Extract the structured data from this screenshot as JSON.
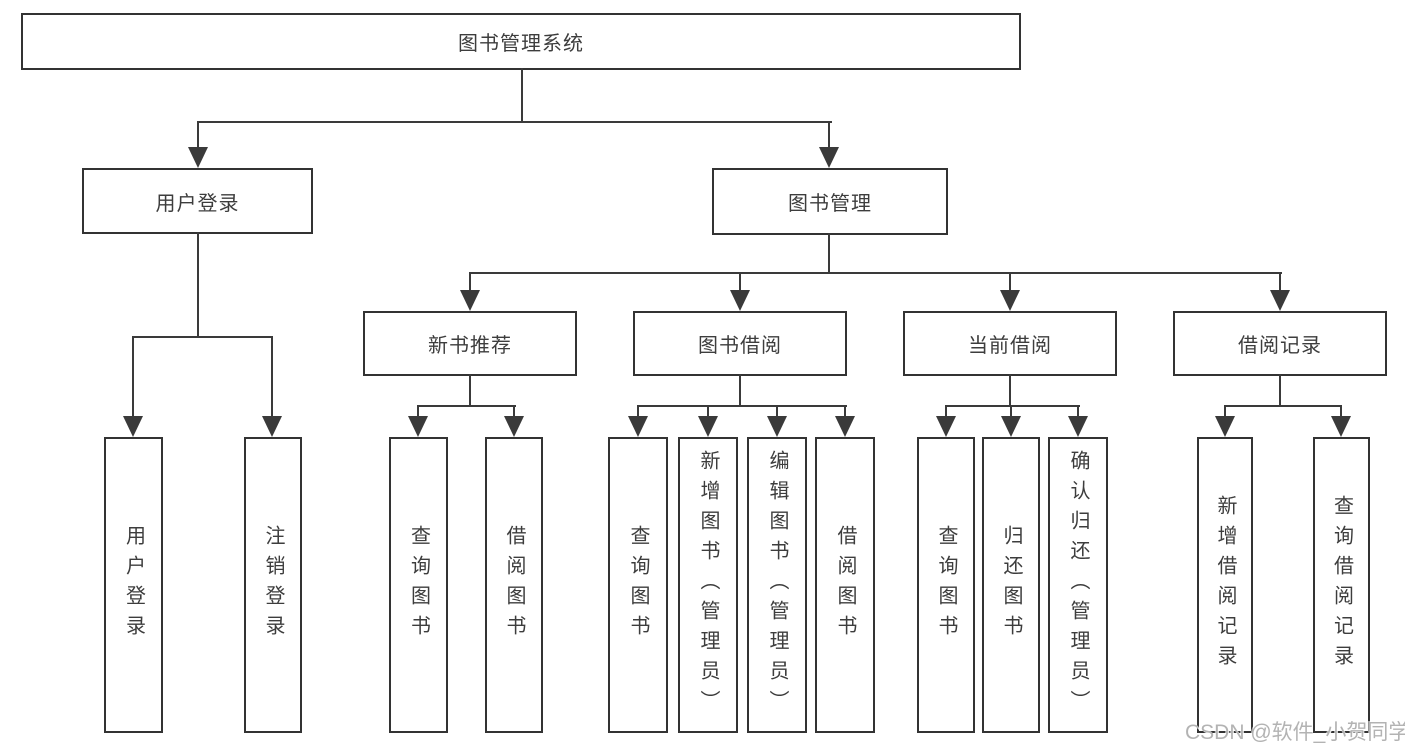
{
  "tree": {
    "root": {
      "label": "图书管理系统"
    },
    "children": [
      {
        "label": "用户登录",
        "children": [
          {
            "label": "用户登录"
          },
          {
            "label": "注销登录"
          }
        ]
      },
      {
        "label": "图书管理",
        "children": [
          {
            "label": "新书推荐",
            "children": [
              {
                "label": "查询图书"
              },
              {
                "label": "借阅图书"
              }
            ]
          },
          {
            "label": "图书借阅",
            "children": [
              {
                "label": "查询图书"
              },
              {
                "label": "新增图书（管理员）"
              },
              {
                "label": "编辑图书（管理员）"
              },
              {
                "label": "借阅图书"
              }
            ]
          },
          {
            "label": "当前借阅",
            "children": [
              {
                "label": "查询图书"
              },
              {
                "label": "归还图书"
              },
              {
                "label": "确认归还（管理员）"
              }
            ]
          },
          {
            "label": "借阅记录",
            "children": [
              {
                "label": "新增借阅记录"
              },
              {
                "label": "查询借阅记录"
              }
            ]
          }
        ]
      }
    ]
  },
  "watermark": {
    "text": "CSDN @软件_小贺同学"
  },
  "colors": {
    "line": "#3a3a3a",
    "border": "#333333",
    "text": "#3d3d3d",
    "watermark": "#b3b3b3"
  }
}
